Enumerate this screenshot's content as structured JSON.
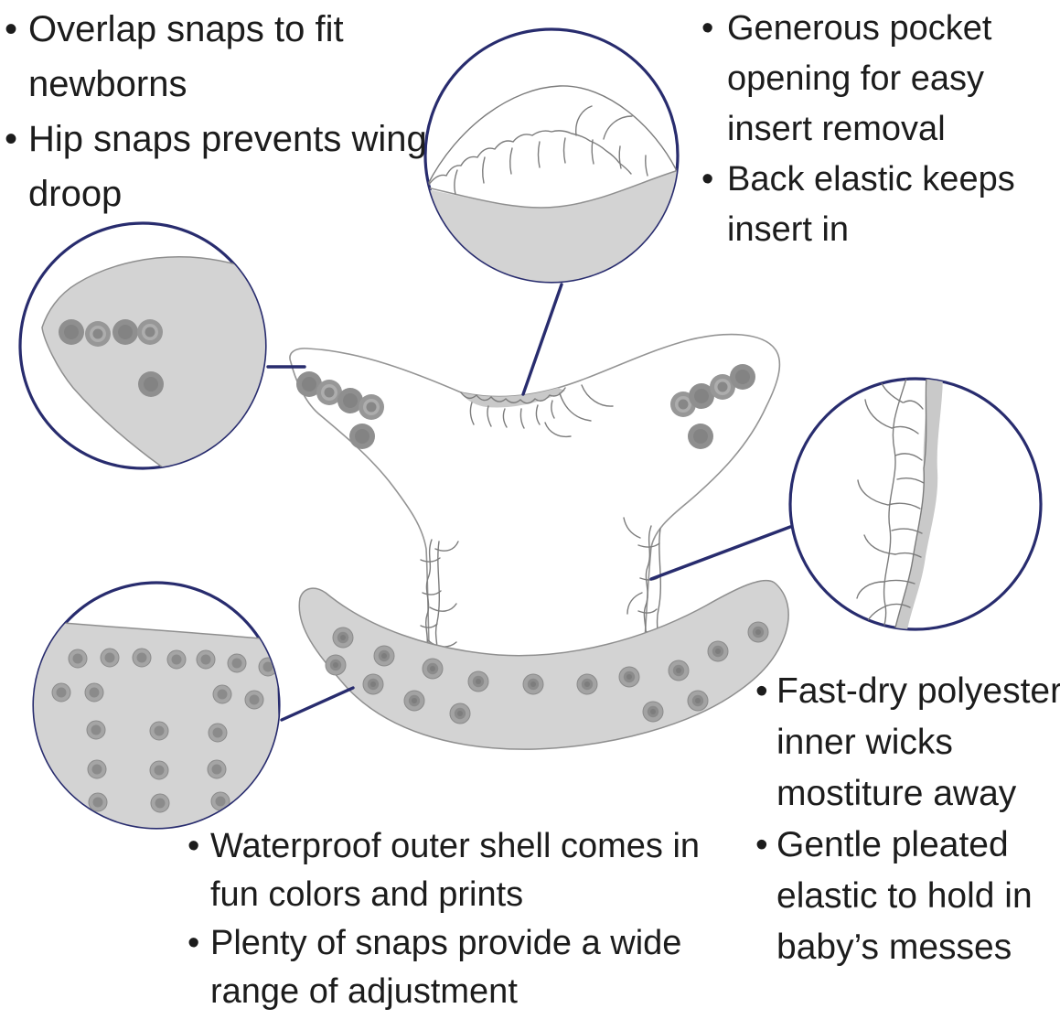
{
  "colors": {
    "accent_navy": "#282c6e",
    "text": "#1c1c1c",
    "shade_gray": "#d3d3d3",
    "line_gray": "#8f8f8f"
  },
  "notes": {
    "top_left": {
      "items": [
        {
          "bullet": "•",
          "lines": [
            "Overlap snaps to fit",
            "newborns"
          ]
        },
        {
          "bullet": "•",
          "lines": [
            "Hip snaps prevents wing",
            "droop"
          ]
        }
      ]
    },
    "top_right": {
      "items": [
        {
          "bullet": "•",
          "lines": [
            "Generous pocket",
            "opening for easy",
            "insert removal"
          ]
        },
        {
          "bullet": "•",
          "lines": [
            "Back elastic keeps",
            "insert in"
          ]
        }
      ]
    },
    "bottom_right": {
      "items": [
        {
          "bullet": "•",
          "lines": [
            "Fast-dry polyester",
            "inner wicks",
            "mostiture away"
          ]
        },
        {
          "bullet": "•",
          "lines": [
            "Gentle pleated",
            "elastic to hold in",
            "baby’s messes"
          ]
        }
      ]
    },
    "bottom_center": {
      "items": [
        {
          "bullet": "•",
          "lines": [
            "Waterproof outer shell comes in",
            "fun colors and prints"
          ]
        },
        {
          "bullet": "•",
          "lines": [
            "Plenty of snaps provide a wide",
            "range of adjustment"
          ]
        }
      ]
    }
  }
}
